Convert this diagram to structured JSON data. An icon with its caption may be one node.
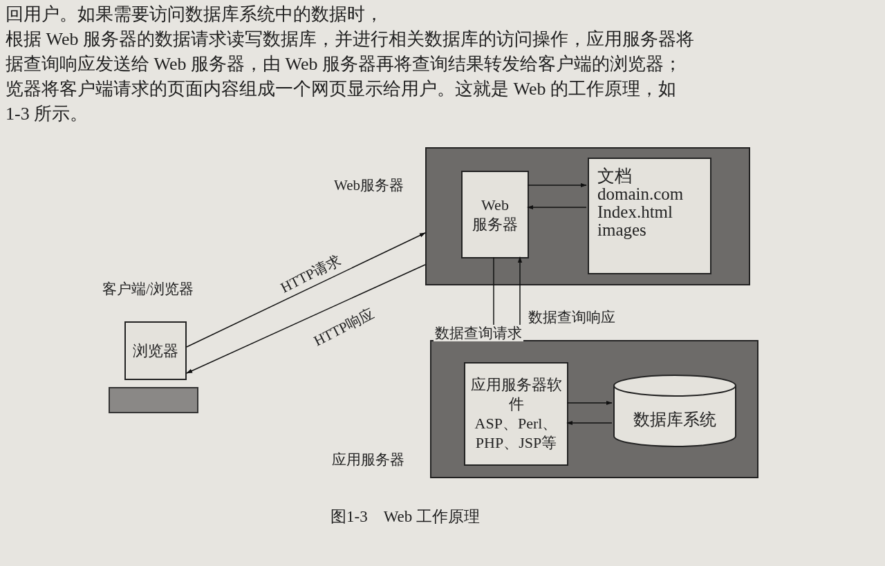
{
  "diagram": {
    "caption": "图1-3　Web 工作原理",
    "nodes": [
      {
        "text": [
          "Web服务器"
        ]
      },
      {
        "text": [
          "Web 服务器"
        ],
        "in": 0
      },
      {
        "text": [
          "文档",
          "domain.com",
          "Index.html",
          "images"
        ],
        "in": 0
      },
      {
        "text": [
          "应用服务器"
        ]
      },
      {
        "text": [
          "应用服务器软件",
          "ASP、Perl、PHP、JSP等"
        ],
        "in": 3
      },
      {
        "text": [
          "数据库系统"
        ],
        "in": 3
      },
      {
        "text": [
          "浏览器"
        ],
        "beside": [
          "客户端/浏览器"
        ]
      },
      {
        "text": [],
        "shape": "bar"
      }
    ],
    "edges": [
      {
        "from": 6,
        "to": 0,
        "arrow": "to",
        "label": "HTTP请求"
      },
      {
        "from": 0,
        "to": 6,
        "arrow": "to",
        "label": "HTTP响应"
      },
      {
        "from": 1,
        "to": 2,
        "arrow": "to"
      },
      {
        "from": 2,
        "to": 1,
        "arrow": "to"
      },
      {
        "from": 1,
        "to": 3,
        "arrow": "to",
        "label": "数据查询请求"
      },
      {
        "from": 3,
        "to": 1,
        "arrow": "to",
        "label": "数据查询响应"
      },
      {
        "from": 4,
        "to": 5,
        "arrow": "to"
      },
      {
        "from": 5,
        "to": 4,
        "arrow": "to"
      }
    ],
    "labels": [
      "回用户。如果需要访问数据库系统中的数据时，",
      "根据 Web 服务器的数据请求读写数据库，并进行相关数据库的访问操作，应用服务器将",
      "据查询响应发送给 Web 服务器，由 Web 服务器再将查询结果转发给客户端的浏览器；",
      "览器将客户端请求的页面内容组成一个网页显示给用户。这就是 Web 的工作原理，如",
      "1-3 所示。"
    ]
  }
}
